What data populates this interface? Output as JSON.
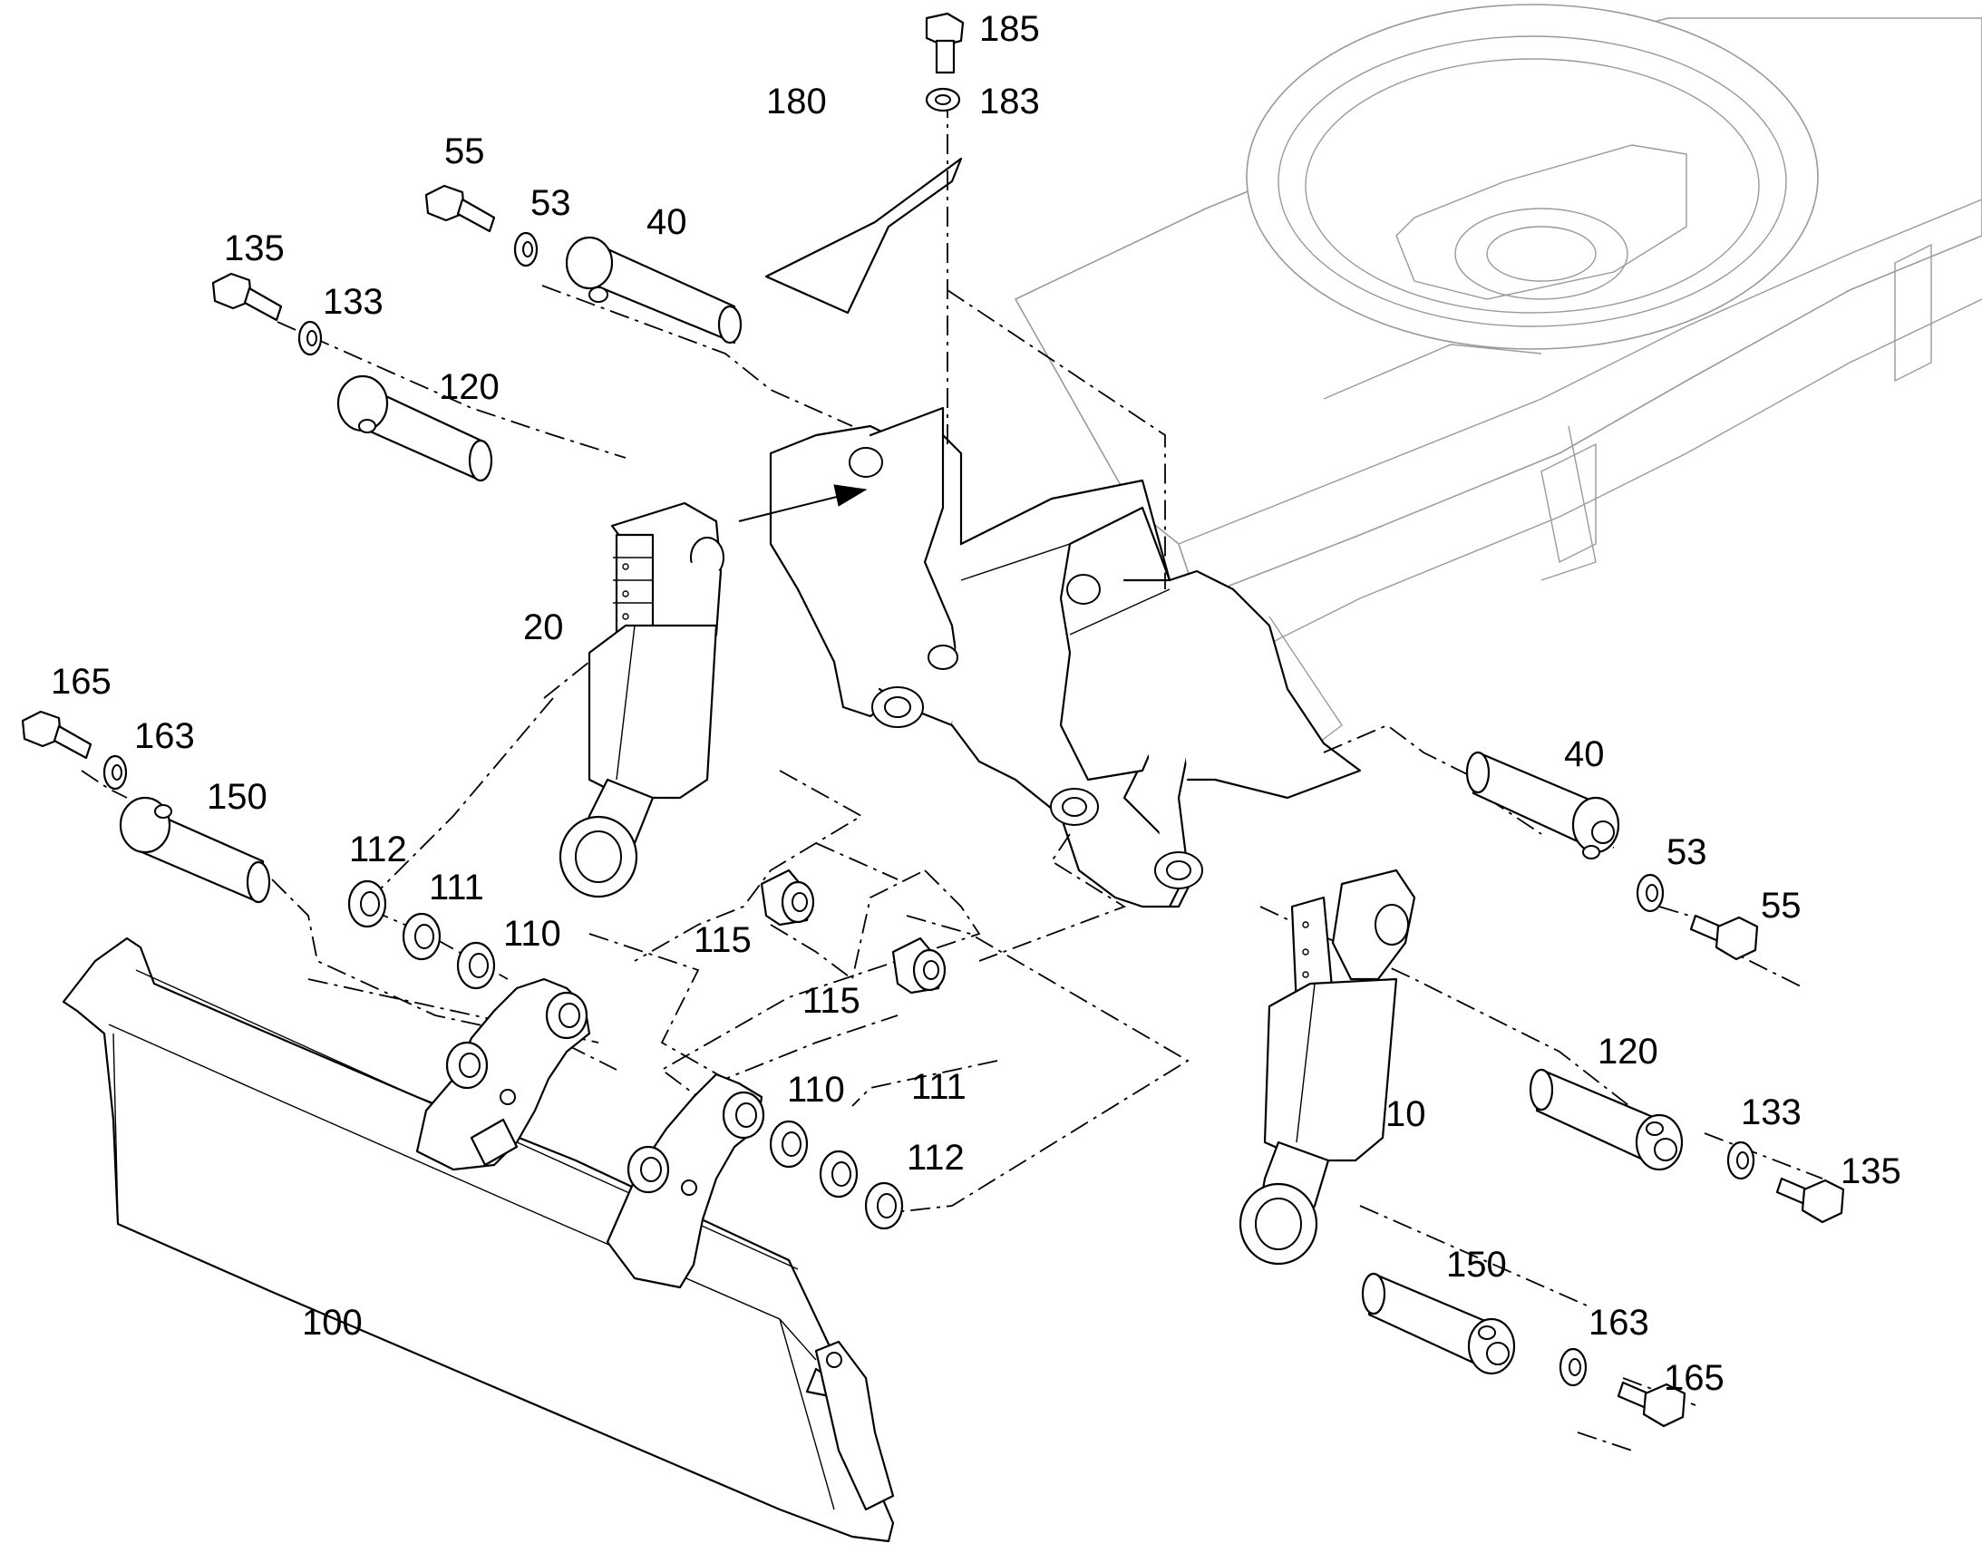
{
  "callouts": {
    "c185": "185",
    "c183": "183",
    "c180": "180",
    "c55a": "55",
    "c53a": "53",
    "c40a": "40",
    "c135a": "135",
    "c133a": "133",
    "c120a": "120",
    "c20": "20",
    "c165a": "165",
    "c163a": "163",
    "c150a": "150",
    "c112a": "112",
    "c111a": "111",
    "c110a": "110",
    "c115a": "115",
    "c115b": "115",
    "c110b": "110",
    "c111b": "111",
    "c112b": "112",
    "c100": "100",
    "c40b": "40",
    "c53b": "53",
    "c55b": "55",
    "c120b": "120",
    "c10": "10",
    "c133b": "133",
    "c135b": "135",
    "c150b": "150",
    "c163b": "163",
    "c165b": "165"
  }
}
